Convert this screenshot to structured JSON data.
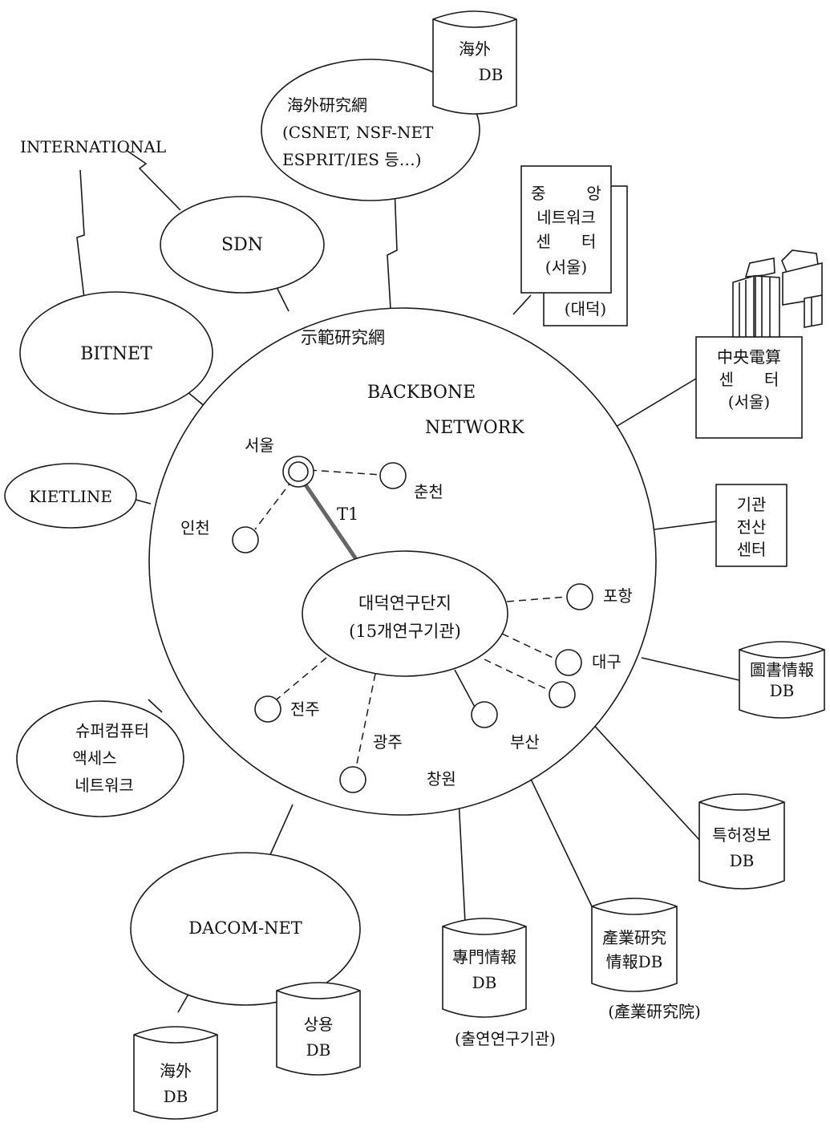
{
  "backbone": {
    "title": "示範研究網",
    "line1": "BACKBONE",
    "line2": "NETWORK"
  },
  "hub": {
    "line1": "대덕연구단지",
    "line2": "(15개연구기관)"
  },
  "t1_label": "T1",
  "cities": {
    "seoul": "서울",
    "chuncheon": "춘천",
    "incheon": "인천",
    "pohang": "포항",
    "daegu": "대구",
    "jeonju": "전주",
    "gwangju": "광주",
    "changwon": "창원",
    "busan": "부산"
  },
  "external": {
    "international": "INTERNATIONAL",
    "sdn": "SDN",
    "bitnet": "BITNET",
    "kietline": "KIETLINE",
    "overseas_research_net": {
      "line1": "海外研究網",
      "line2": "(CSNET, NSF-NET",
      "line3": "ESPRIT/IES 등…)"
    },
    "overseas_db_top": {
      "line1": "海外",
      "line2": "DB"
    },
    "central_network_center": {
      "line1": "중        앙",
      "line2": "네트워크",
      "line3": "센      터",
      "line4": "(서울)",
      "back_label": "(대덕)"
    },
    "central_computer_center": {
      "line1": "中央電算",
      "line2": "센      터",
      "line3": "(서울)"
    },
    "agency_computer_center": {
      "line1": "기관",
      "line2": "전산",
      "line3": "센터"
    },
    "library_db": {
      "line1": "圖書情報",
      "line2": "DB"
    },
    "patent_db": {
      "line1": "특허정보",
      "line2": "DB"
    },
    "industry_db": {
      "line1": "產業研究",
      "line2": "情報DB",
      "caption": "(產業研究院)"
    },
    "specialty_db": {
      "line1": "專門情報",
      "line2": "DB",
      "caption": "(출연연구기관)"
    },
    "supercomputer": {
      "line1": "슈퍼컴퓨터",
      "line2": "액세스",
      "line3": "네트워크"
    },
    "dacom": "DACOM-NET",
    "commercial_db": {
      "line1": "상용",
      "line2": "DB"
    },
    "overseas_db_bottom": {
      "line1": "海外",
      "line2": "DB"
    }
  }
}
